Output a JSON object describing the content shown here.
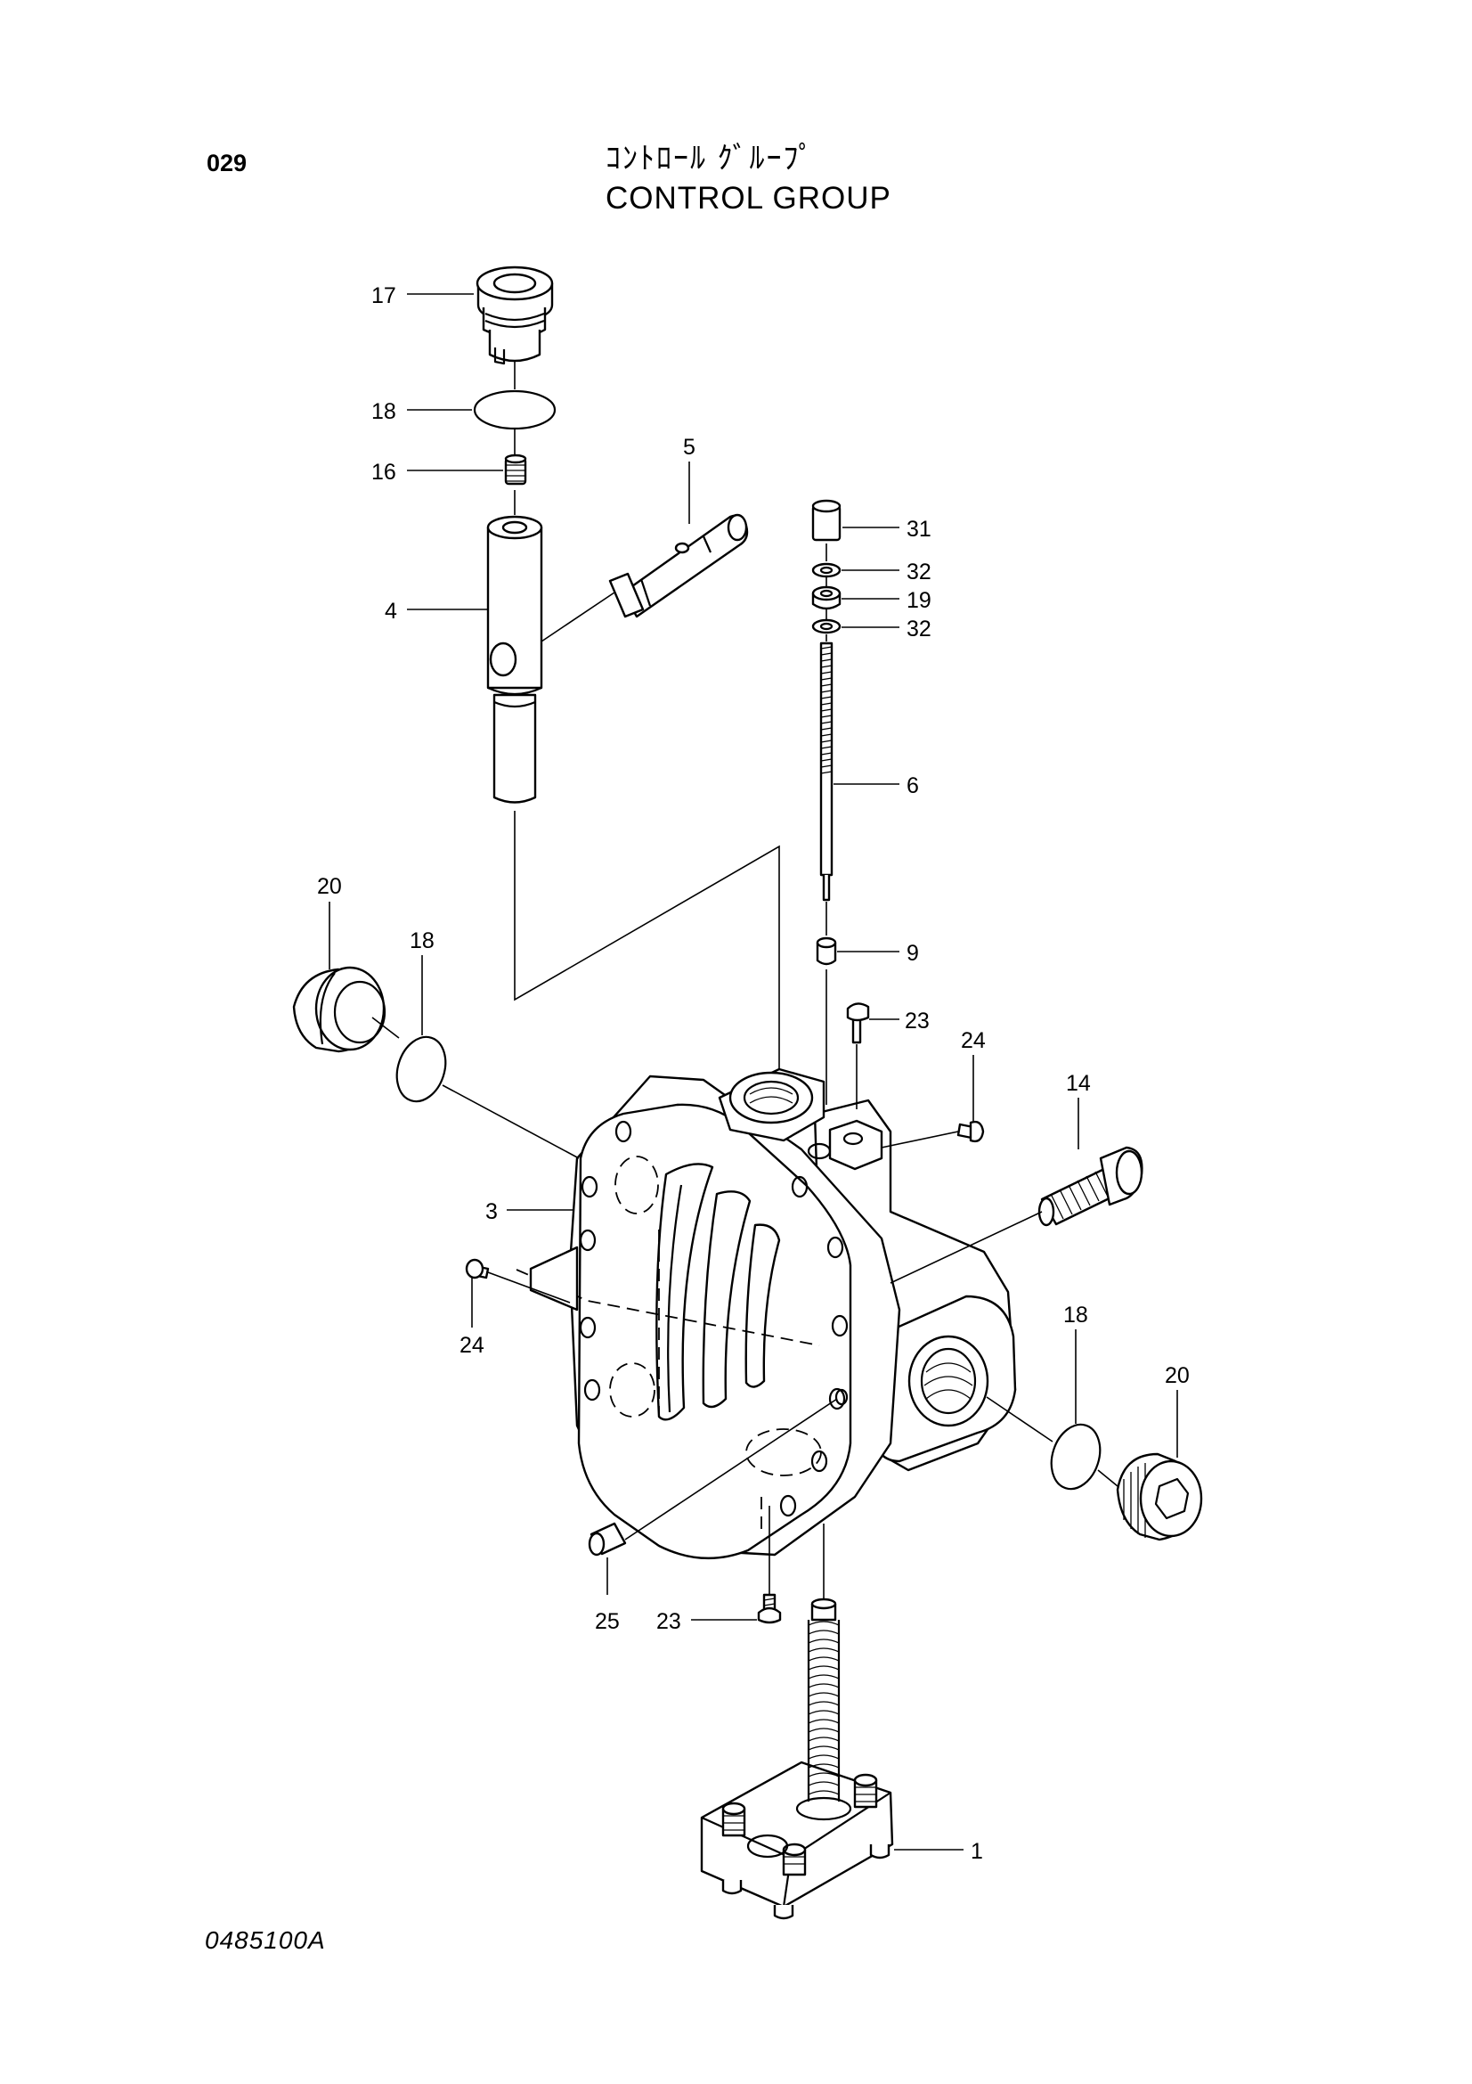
{
  "header": {
    "page_number": "029",
    "title_ja": "ｺﾝﾄﾛｰﾙ ｸﾞﾙｰﾌﾟ",
    "title_en": "CONTROL GROUP"
  },
  "footer": {
    "drawing_code": "0485100A"
  },
  "callouts": [
    {
      "id": "c17",
      "label": "17"
    },
    {
      "id": "c18a",
      "label": "18"
    },
    {
      "id": "c16",
      "label": "16"
    },
    {
      "id": "c5",
      "label": "5"
    },
    {
      "id": "c4",
      "label": "4"
    },
    {
      "id": "c31",
      "label": "31"
    },
    {
      "id": "c32a",
      "label": "32"
    },
    {
      "id": "c19",
      "label": "19"
    },
    {
      "id": "c32b",
      "label": "32"
    },
    {
      "id": "c6",
      "label": "6"
    },
    {
      "id": "c9",
      "label": "9"
    },
    {
      "id": "c20a",
      "label": "20"
    },
    {
      "id": "c18b",
      "label": "18"
    },
    {
      "id": "c23a",
      "label": "23"
    },
    {
      "id": "c24a",
      "label": "24"
    },
    {
      "id": "c14",
      "label": "14"
    },
    {
      "id": "c3",
      "label": "3"
    },
    {
      "id": "c24b",
      "label": "24"
    },
    {
      "id": "c18c",
      "label": "18"
    },
    {
      "id": "c20b",
      "label": "20"
    },
    {
      "id": "c25",
      "label": "25"
    },
    {
      "id": "c23b",
      "label": "23"
    },
    {
      "id": "c1",
      "label": "1"
    }
  ]
}
